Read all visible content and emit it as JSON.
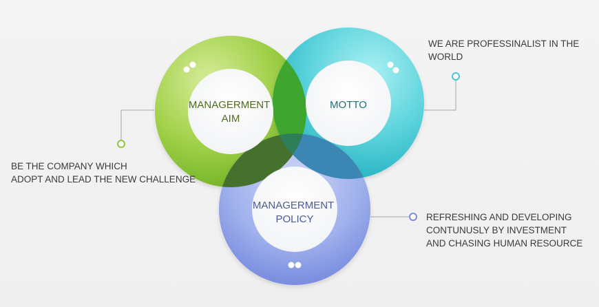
{
  "circles": [
    {
      "id": "aim",
      "label_lines": [
        "MANAGERMENT",
        "AIM"
      ],
      "colors": {
        "outer_light": "#c3e07c",
        "outer_dark": "#6fb222",
        "inner": "#ffffff",
        "label": "#4e6b1a"
      },
      "note_lines": [
        "BE THE COMPANY WHICH",
        "ADOPT AND LEAD THE NEW CHALLENGE"
      ],
      "marker_color": "#8cc63f"
    },
    {
      "id": "motto",
      "label_lines": [
        "MOTTO"
      ],
      "colors": {
        "outer_light": "#8be9ee",
        "outer_dark": "#1fb4c2",
        "inner": "#ffffff",
        "label": "#1f6f79"
      },
      "note_lines": [
        "WE ARE PROFESSINALIST IN THE",
        "WORLD"
      ],
      "marker_color": "#49c5cf"
    },
    {
      "id": "policy",
      "label_lines": [
        "MANAGERMENT",
        "POLICY"
      ],
      "colors": {
        "outer_light": "#bcc7f2",
        "outer_dark": "#6b7fdb",
        "inner": "#ffffff",
        "label": "#4d5a95"
      },
      "note_lines": [
        "REFRESHING AND DEVELOPING",
        "CONTUNUSLY BY INVESTMENT",
        "AND CHASING HUMAN RESOURCE"
      ],
      "marker_color": "#7c8bd8"
    }
  ],
  "connector_color": "#a6a6a6"
}
